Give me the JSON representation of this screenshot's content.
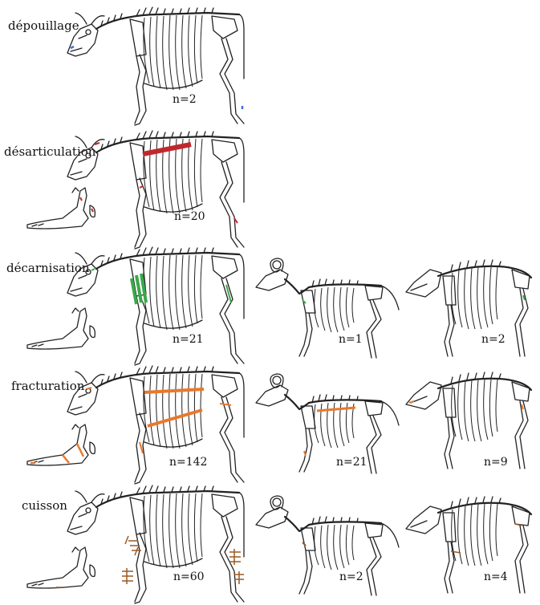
{
  "rows": [
    {
      "label": "dépouillage",
      "counts": {
        "cattle": "n=2"
      }
    },
    {
      "label": "désarticulation",
      "counts": {
        "cattle": "n=20"
      }
    },
    {
      "label": "décarnisation",
      "counts": {
        "cattle": "n=21",
        "sheep": "n=1",
        "pig": "n=2"
      }
    },
    {
      "label": "fracturation",
      "counts": {
        "cattle": "n=142",
        "sheep": "n=21",
        "pig": "n=9"
      }
    },
    {
      "label": "cuisson",
      "counts": {
        "cattle": "n=60",
        "sheep": "n=2",
        "pig": "n=4"
      }
    }
  ],
  "colors": {
    "dépouillage": "#3a6fd8",
    "désarticulation": "#c0282d",
    "décarnisation": "#3aa84a",
    "fracturation": "#e8792a",
    "cuisson": "#9a5a24"
  },
  "animals": [
    "cattle-skeleton",
    "sheep-skeleton",
    "pig-skeleton",
    "cattle-mandible"
  ]
}
